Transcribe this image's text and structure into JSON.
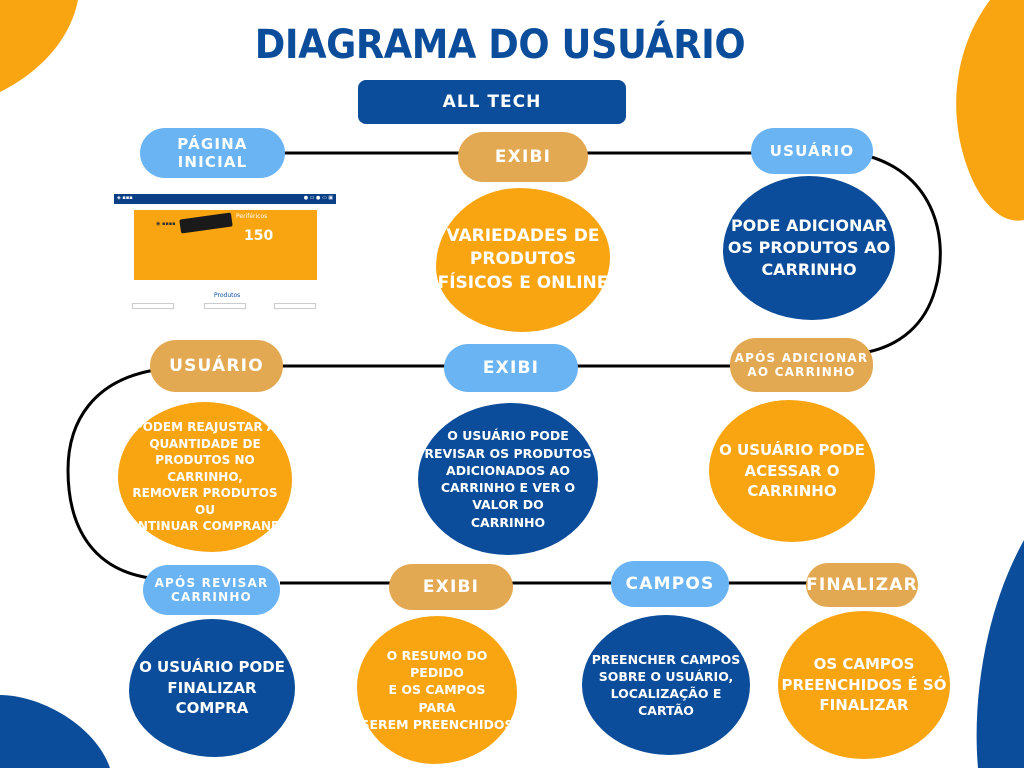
{
  "title": "DIAGRAMA DO USUÁRIO",
  "brand": "ALL TECH",
  "colors": {
    "navy": "#0b4d9a",
    "orange": "#f9a411",
    "light_blue": "#6ab4f4",
    "gold": "#e3a852"
  },
  "row1": {
    "start": "PÁGINA INICIAL",
    "exibi": "EXIBI",
    "user": "USUÁRIO",
    "exibi_text": "VARIEDADES DE\nPRODUTOS\nFÍSICOS E ONLINE",
    "user_text": "PODE ADICIONAR\nOS PRODUTOS AO\nCARRINHO"
  },
  "screenshot": {
    "banner_category": "Periféricos",
    "banner_price": "150",
    "section": "Produtos"
  },
  "row2": {
    "user": "USUÁRIO",
    "exibi": "EXIBI",
    "after_add": "APÓS ADICIONAR\nAO CARRINHO",
    "user_text": "PODEM REAJUSTAR A\nQUANTIDADE DE\nPRODUTOS NO CARRINHO,\nREMOVER PRODUTOS\nOU\nCONTINUAR COMPRANDO",
    "exibi_text": "O USUÁRIO PODE\nREVISAR OS PRODUTOS\nADICIONADOS AO\nCARRINHO E VER O VALOR DO\nCARRINHO",
    "after_add_text": "O USUÁRIO PODE\nACESSAR O\nCARRINHO"
  },
  "row3": {
    "after_review": "APÓS REVISAR\nCARRINHO",
    "exibi": "EXIBI",
    "fields": "CAMPOS",
    "finish": "FINALIZAR",
    "after_review_text": "O USUÁRIO PODE\nFINALIZAR COMPRA",
    "exibi_text": "O RESUMO DO\nPEDIDO\nE OS CAMPOS\nPARA\nSEREM PREENCHIDOS",
    "fields_text": "PREENCHER CAMPOS\nSOBRE O USUÁRIO,\nLOCALIZAÇÃO E CARTÃO",
    "finish_text": "OS CAMPOS\nPREENCHIDOS É SÓ\nFINALIZAR"
  }
}
